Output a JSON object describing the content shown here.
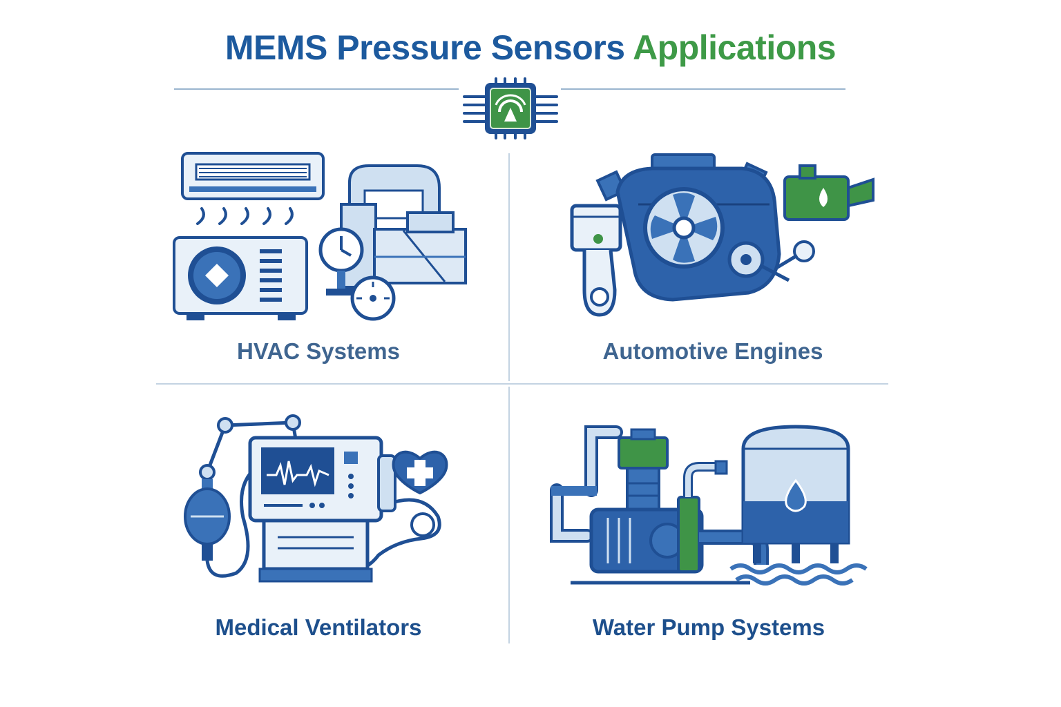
{
  "title": {
    "part1": "MEMS Pressure Sensors",
    "part2": "Applications"
  },
  "colors": {
    "title_blue": "#1d5a9e",
    "title_green": "#3e9a47",
    "icon_dark_blue": "#1f4f94",
    "icon_mid_blue": "#3a72b8",
    "icon_light_blue": "#cfe0f1",
    "icon_green": "#3f9447",
    "label_top": "#3f6590",
    "label_bottom": "#1d4f8c"
  },
  "applications": [
    {
      "label": "HVAC Systems",
      "icon": "hvac-icon"
    },
    {
      "label": "Automotive Engines",
      "icon": "engine-icon"
    },
    {
      "label": "Medical Ventilators",
      "icon": "ventilator-icon"
    },
    {
      "label": "Water Pump Systems",
      "icon": "water-pump-icon"
    }
  ],
  "header_icon": "mems-chip-icon"
}
